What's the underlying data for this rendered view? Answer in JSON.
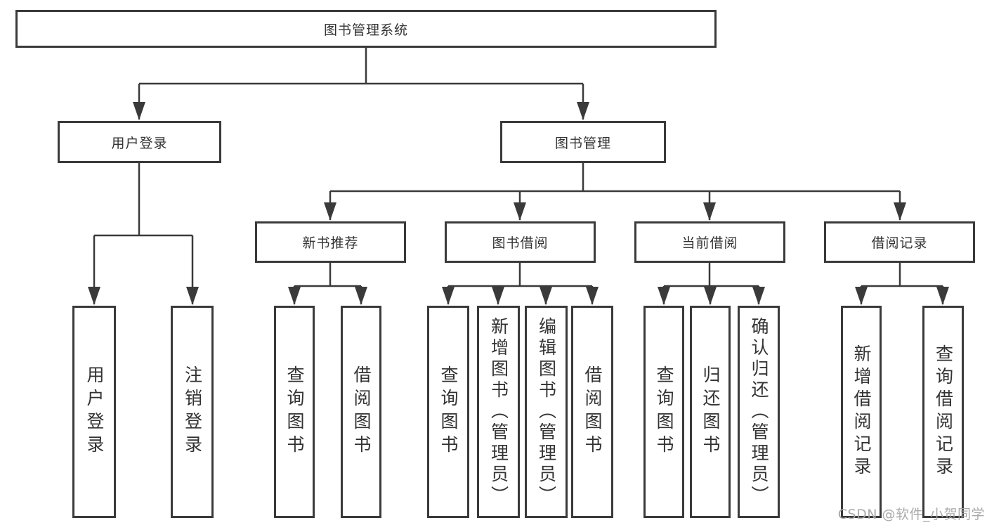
{
  "tree": {
    "root": {
      "label": "图书管理系统",
      "children": [
        {
          "label": "用户登录",
          "children": [
            {
              "label": "用户登录"
            },
            {
              "label": "注销登录"
            }
          ]
        },
        {
          "label": "图书管理",
          "children": [
            {
              "label": "新书推荐",
              "children": [
                {
                  "label": "查询图书"
                },
                {
                  "label": "借阅图书"
                }
              ]
            },
            {
              "label": "图书借阅",
              "children": [
                {
                  "label": "查询图书"
                },
                {
                  "label": "新增图书（管理员）"
                },
                {
                  "label": "编辑图书（管理员）"
                },
                {
                  "label": "借阅图书"
                }
              ]
            },
            {
              "label": "当前借阅",
              "children": [
                {
                  "label": "查询图书"
                },
                {
                  "label": "归还图书"
                },
                {
                  "label": "确认归还（管理员）"
                }
              ]
            },
            {
              "label": "借阅记录",
              "children": [
                {
                  "label": "新增借阅记录"
                },
                {
                  "label": "查询借阅记录"
                }
              ]
            }
          ]
        }
      ]
    }
  },
  "watermark": {
    "text": "CSDN @软件_小贺同学"
  },
  "colors": {
    "line": "#3a3a3a",
    "box_border": "#3a3a3a",
    "text": "#333333",
    "background": "#ffffff",
    "watermark": "#a5a5a5"
  }
}
